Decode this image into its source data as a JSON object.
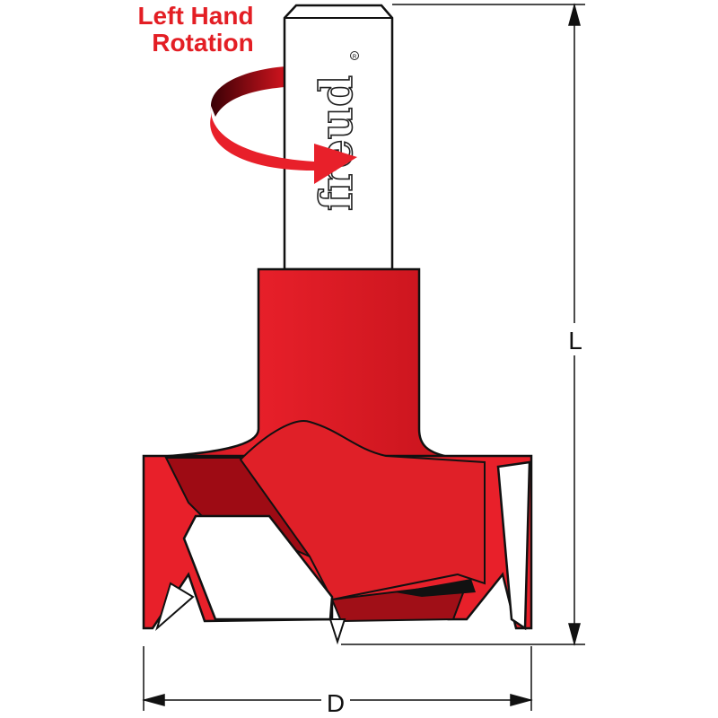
{
  "title": {
    "line1": "Left Hand",
    "line2": "Rotation"
  },
  "logo": {
    "text": "freud",
    "mark": "R"
  },
  "dimensions": {
    "length_label": "L",
    "diameter_label": "D"
  },
  "colors": {
    "accent": "#e31e24",
    "dark_red": "#9e0b14",
    "outline": "#111111"
  },
  "icons": {
    "rotation": "curved-arrow-icon"
  }
}
